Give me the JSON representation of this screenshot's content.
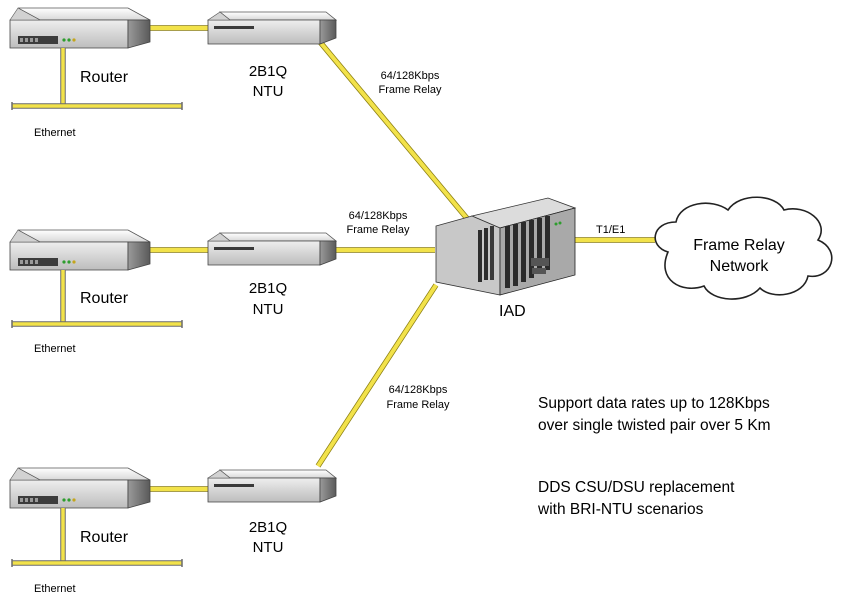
{
  "sites": [
    {
      "router_label": "Router",
      "ntu_label_line1": "2B1Q",
      "ntu_label_line2": "NTU",
      "lan_label": "Ethernet",
      "link_label_line1": "64/128Kbps",
      "link_label_line2": "Frame Relay"
    },
    {
      "router_label": "Router",
      "ntu_label_line1": "2B1Q",
      "ntu_label_line2": "NTU",
      "lan_label": "Ethernet",
      "link_label_line1": "64/128Kbps",
      "link_label_line2": "Frame Relay"
    },
    {
      "router_label": "Router",
      "ntu_label_line1": "2B1Q",
      "ntu_label_line2": "NTU",
      "lan_label": "Ethernet",
      "link_label_line1": "64/128Kbps",
      "link_label_line2": "Frame Relay"
    }
  ],
  "iad": {
    "label": "IAD"
  },
  "uplink": {
    "label": "T1/E1"
  },
  "cloud": {
    "label_line1": "Frame Relay",
    "label_line2": "Network"
  },
  "notes": {
    "note1_line1": "Support data rates up to 128Kbps",
    "note1_line2": "over single twisted pair over 5 Km",
    "note2_line1": "DDS CSU/DSU replacement",
    "note2_line2": "with BRI-NTU scenarios"
  },
  "colors": {
    "link": "#f2e24a",
    "cloud": "#ffffff",
    "device_body": "#e9e9e9"
  }
}
